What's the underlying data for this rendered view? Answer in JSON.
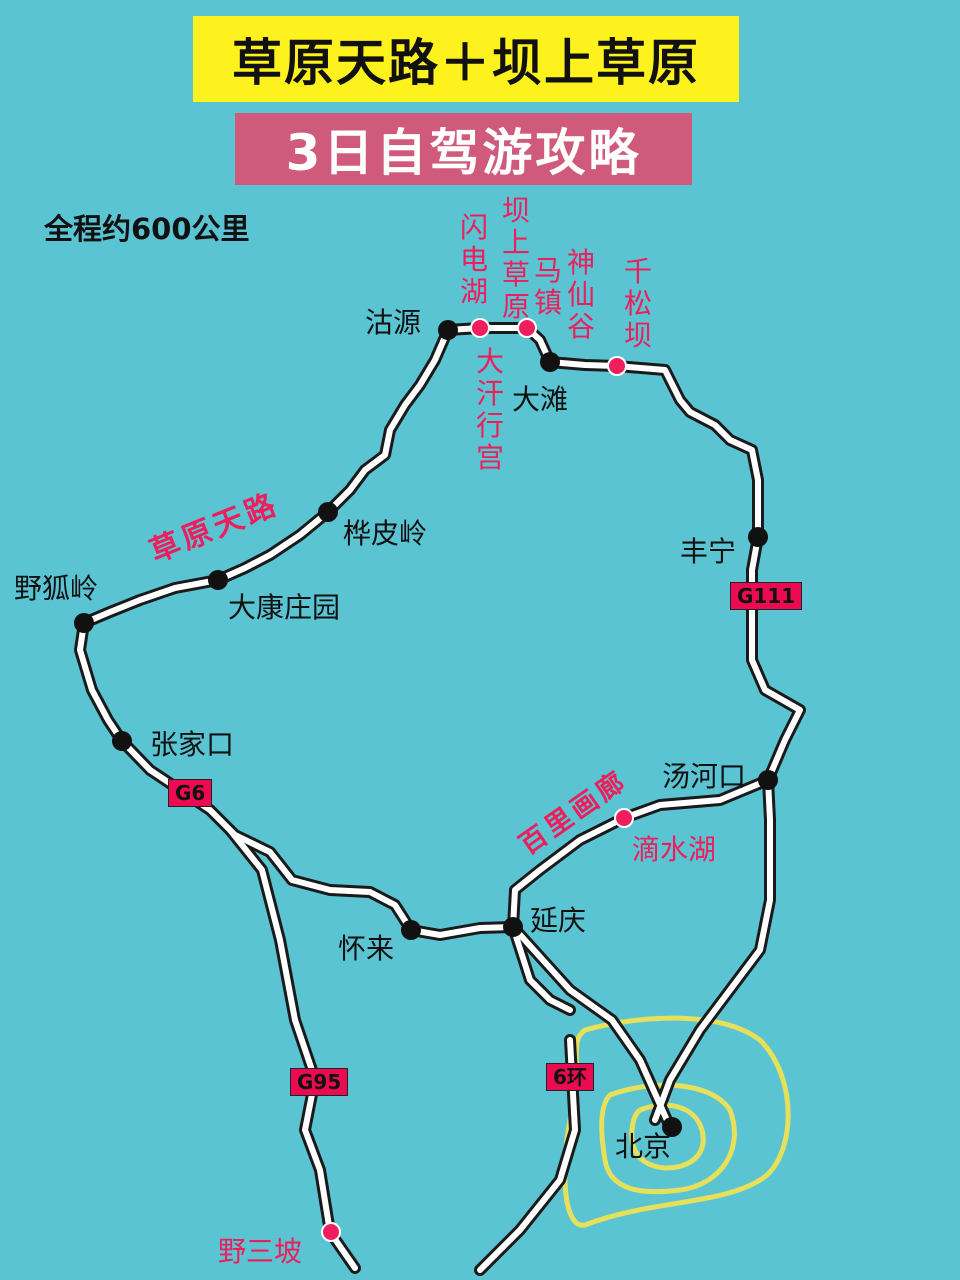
{
  "title": {
    "main": "草原天路＋坝上草原",
    "sub": "3日自驾游攻略"
  },
  "distance_note": "全程约600公里",
  "route_names": {
    "grassland_road": "草原天路",
    "gallery": "百里画廊"
  },
  "city_labels": {
    "guyuan": "沽源",
    "datan": "大滩",
    "fengning": "丰宁",
    "tanghekou": "汤河口",
    "yanqing": "延庆",
    "huailai": "怀来",
    "beijing": "北京",
    "zhangjiakou": "张家口",
    "yehuling": "野狐岭",
    "dakang": "大康庄园",
    "huapiling": "桦皮岭"
  },
  "scenic_labels": {
    "shandian_lake": "闪电湖",
    "bashang": "坝上草原",
    "mazhen": "马镇",
    "shenxiangu": "神仙谷",
    "qiansongba": "千松坝",
    "dahan": "大汗行宫",
    "dishui_lake": "滴水湖",
    "yesanpo": "野三坡"
  },
  "highways": {
    "g111": "G111",
    "g6": "G6",
    "g95": "G95",
    "ring6": "6环"
  },
  "colors": {
    "water_bg": "#5bc4d3",
    "road": "#ffffff",
    "road_edge": "#1a1a1a",
    "city_dot": "#111111",
    "scenic_dot": "#ef1f5f",
    "ring": "#e6e05a",
    "title_yellow": "#fdf21d",
    "title_pink": "#cf5a7c"
  }
}
